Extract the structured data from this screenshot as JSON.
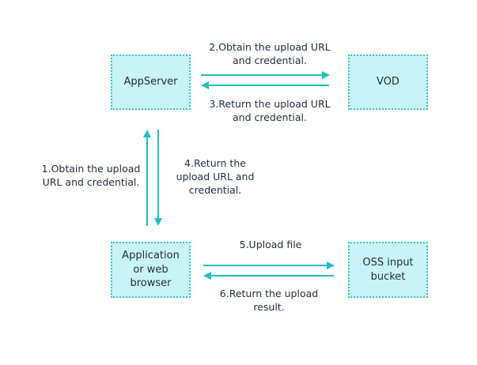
{
  "diagram": {
    "nodes": {
      "appserver": "AppServer",
      "vod": "VOD",
      "application": "Application\nor web\nbrowser",
      "oss": "OSS input\nbucket"
    },
    "edges": {
      "step1": "1.Obtain the upload\nURL and credential.",
      "step2": "2.Obtain the upload URL\nand credential.",
      "step3": "3.Return the upload URL\nand credential.",
      "step4": "4.Return the\nupload URL and\ncredential.",
      "step5": "5.Upload file",
      "step6": "6.Return the upload\nresult."
    },
    "colors": {
      "node_fill": "#c9f4f7",
      "node_border": "#3ec3c9",
      "arrow": "#1fbfbf"
    }
  }
}
